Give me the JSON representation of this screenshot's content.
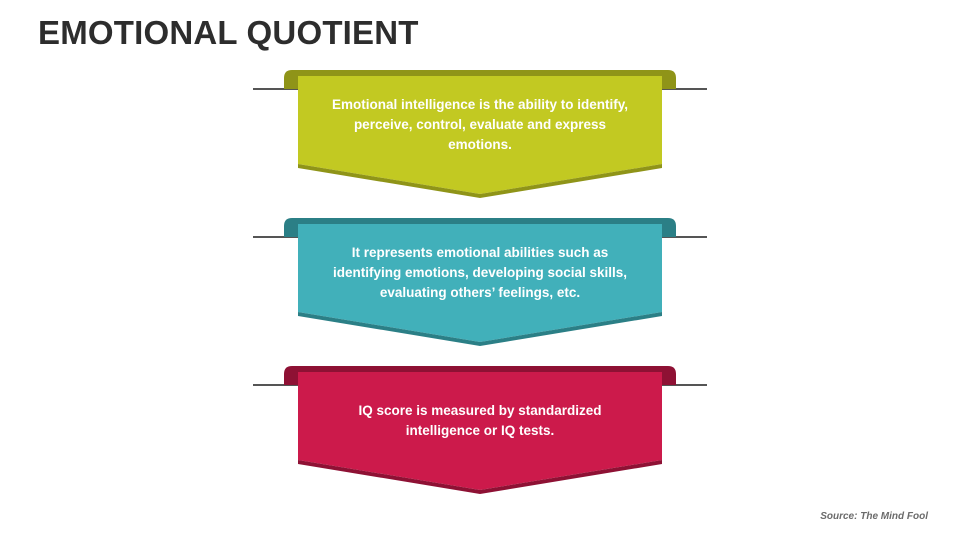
{
  "slide": {
    "title": "EMOTIONAL QUOTIENT",
    "source": "Source: The Mind Fool"
  },
  "banners": [
    {
      "text": "Emotional intelligence is the ability to identify, perceive, control, evaluate and express emotions.",
      "color": "#c2c922",
      "shade": "#8f9418"
    },
    {
      "text": "It represents emotional abilities such as identifying emotions, developing social skills, evaluating others’ feelings, etc.",
      "color": "#41b0ba",
      "shade": "#2b7f86"
    },
    {
      "text": "IQ score is measured by standardized intelligence or IQ tests.",
      "color": "#cc1a4b",
      "shade": "#8e1134"
    }
  ]
}
